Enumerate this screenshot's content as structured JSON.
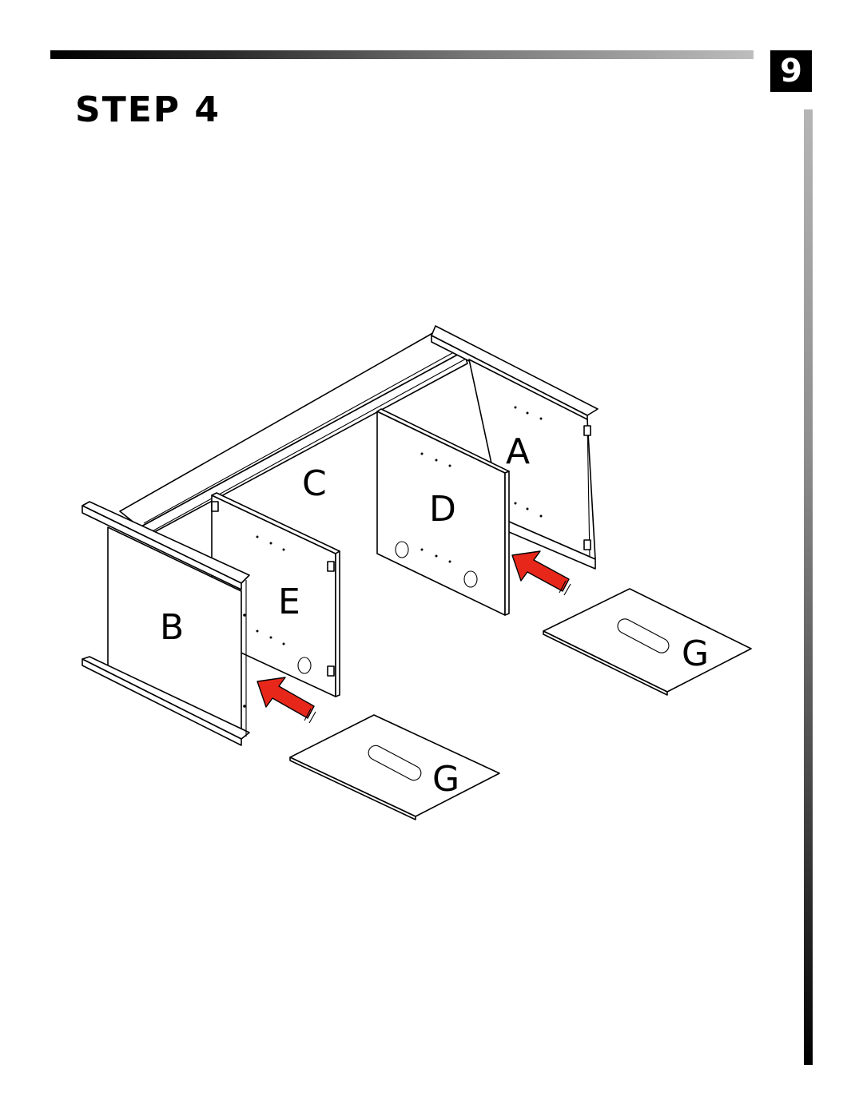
{
  "page": {
    "number": "9"
  },
  "step": {
    "title": "STEP 4"
  },
  "parts": {
    "a": "A",
    "b": "B",
    "c": "C",
    "d": "D",
    "e": "E",
    "g_right": "G",
    "g_left": "G"
  },
  "colors": {
    "arrow": "#e8271b",
    "ink": "#000000",
    "paper": "#ffffff"
  }
}
